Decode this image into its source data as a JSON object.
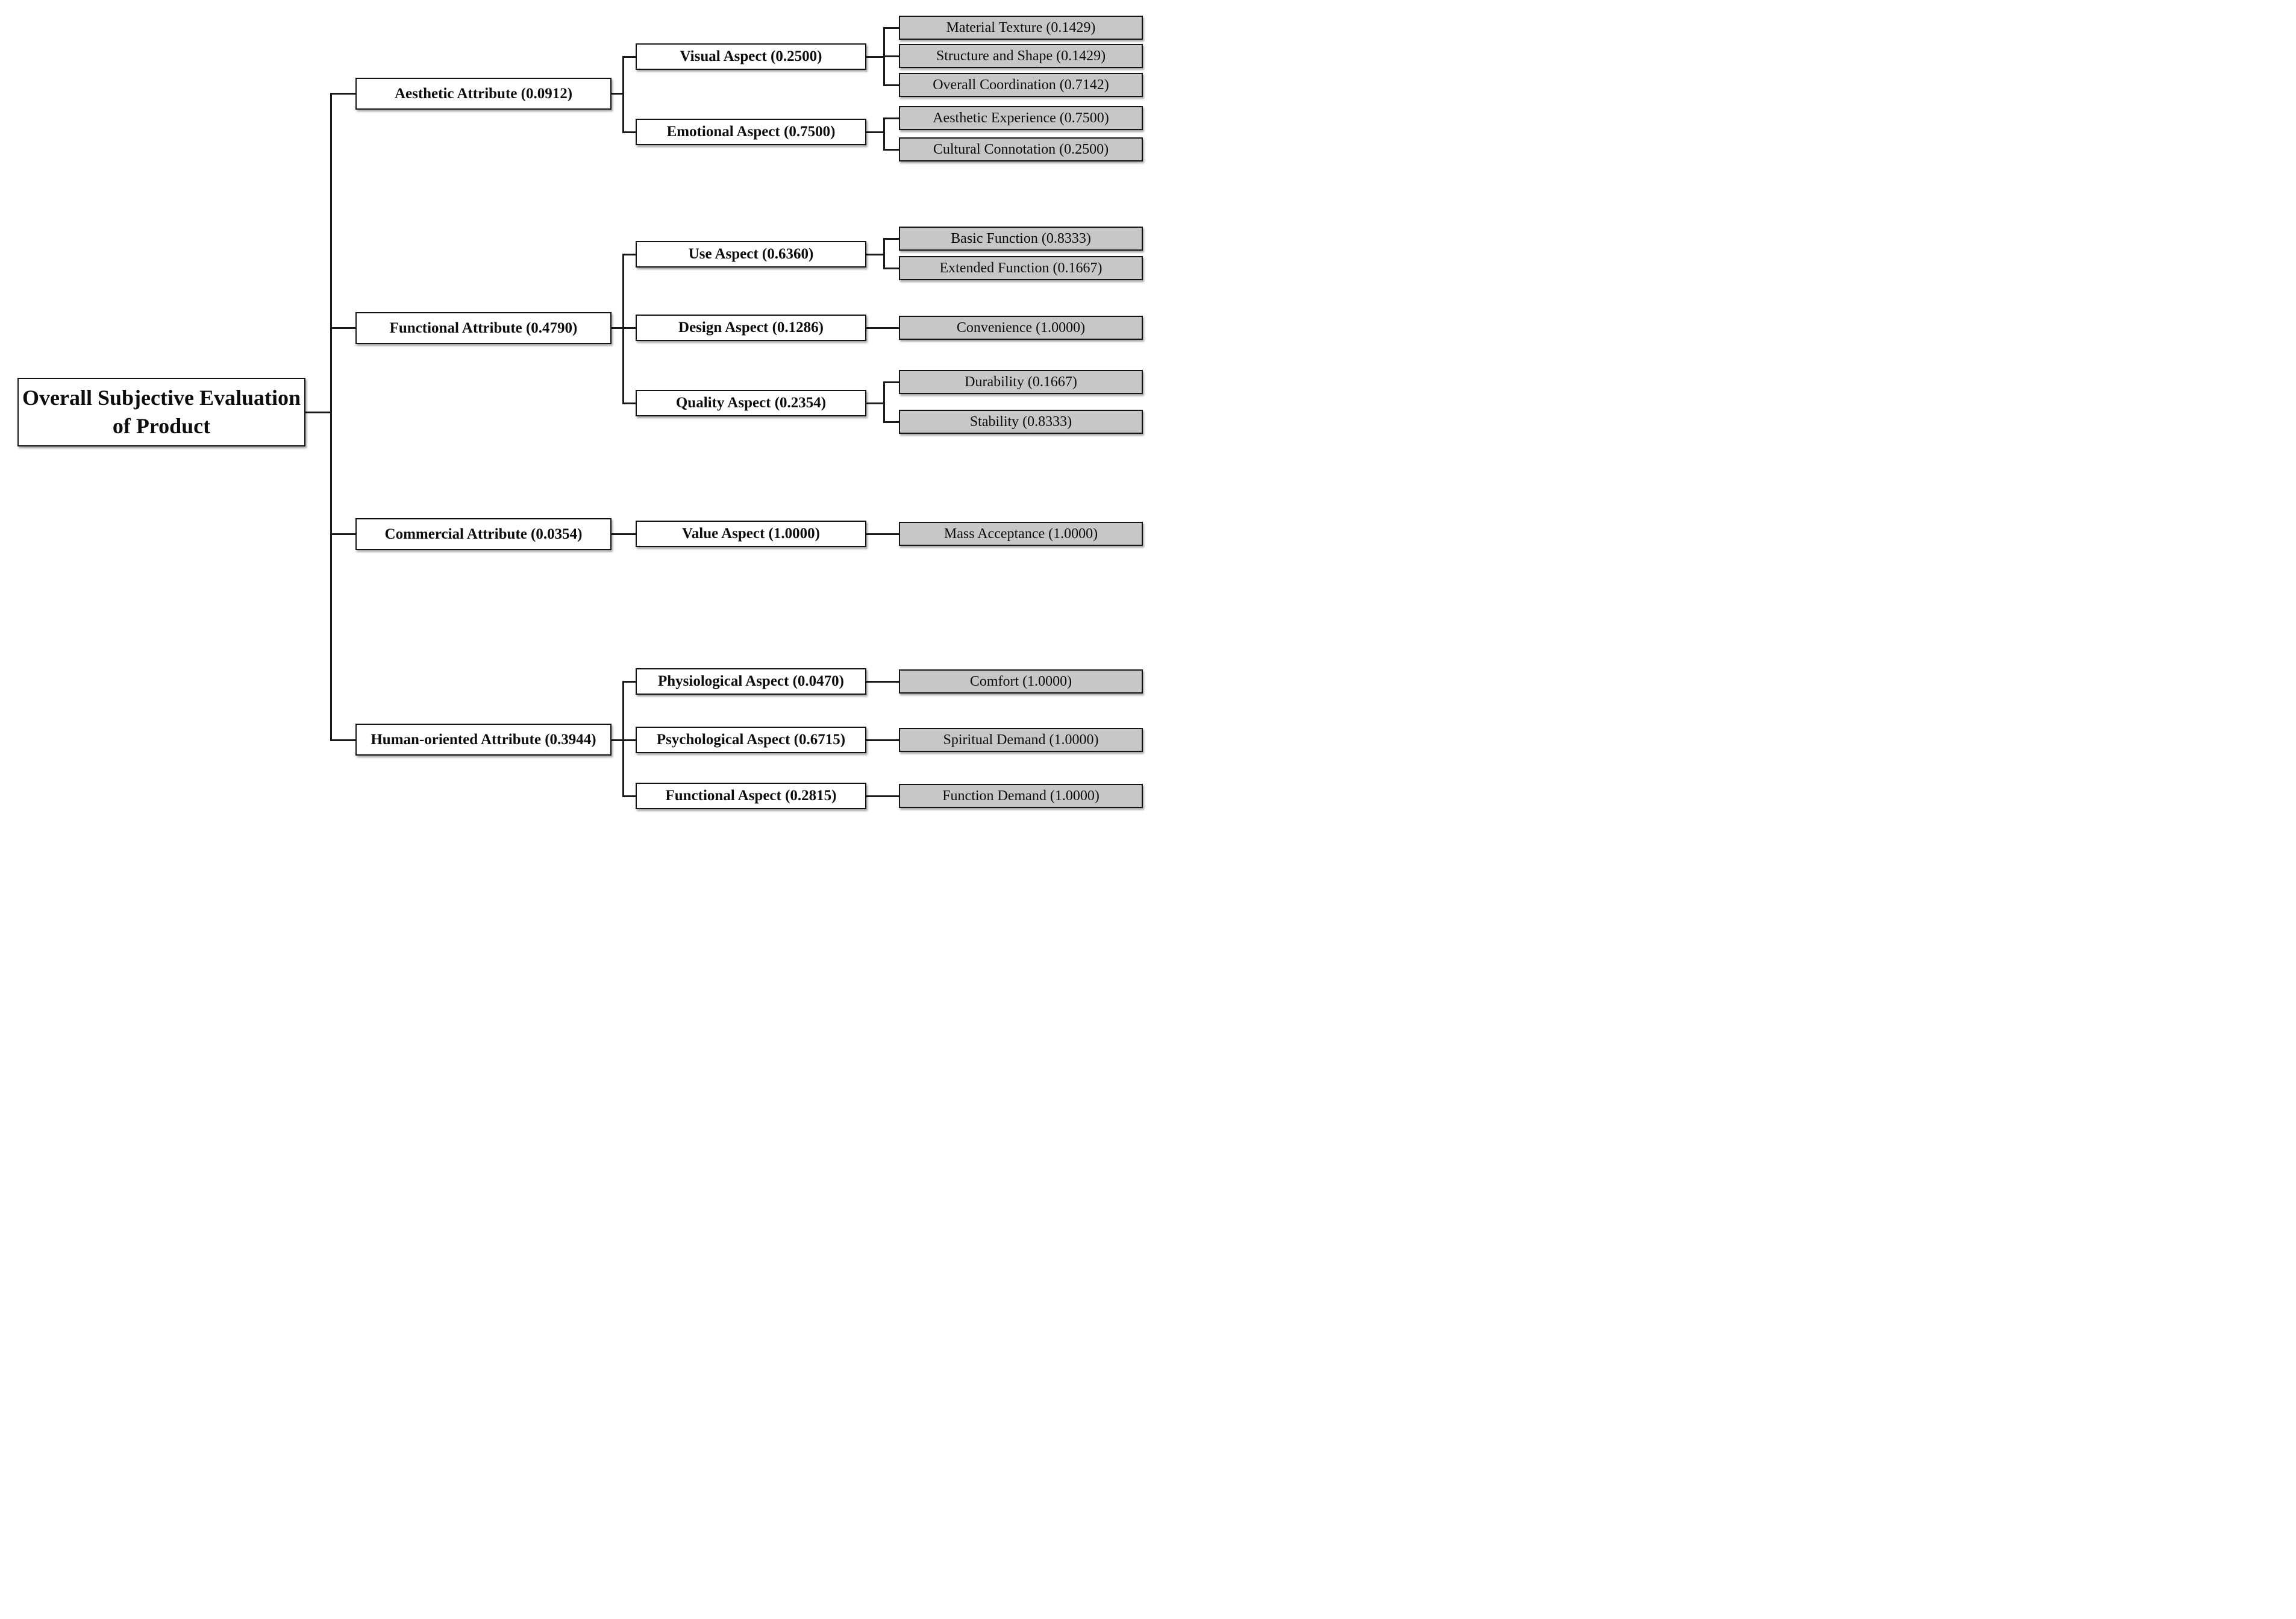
{
  "diagram": {
    "type": "hierarchy-tree",
    "colors": {
      "background": "#ffffff",
      "node_fill": "#ffffff",
      "leaf_fill": "#c7c7c7",
      "border": "#141414",
      "connector": "#1a1a1a",
      "text": "#0d0d0d"
    },
    "root": {
      "label": "Overall Subjective Evaluation of Product"
    },
    "attributes": [
      {
        "label": "Aesthetic Attribute (0.0912)",
        "weight": 0.0912,
        "aspects": [
          {
            "label": "Visual Aspect (0.2500)",
            "weight": 0.25,
            "criteria": [
              {
                "label": "Material Texture (0.1429)",
                "weight": 0.1429
              },
              {
                "label": "Structure and Shape (0.1429)",
                "weight": 0.1429
              },
              {
                "label": "Overall Coordination (0.7142)",
                "weight": 0.7142
              }
            ]
          },
          {
            "label": "Emotional Aspect (0.7500)",
            "weight": 0.75,
            "criteria": [
              {
                "label": "Aesthetic Experience (0.7500)",
                "weight": 0.75
              },
              {
                "label": "Cultural Connotation (0.2500)",
                "weight": 0.25
              }
            ]
          }
        ]
      },
      {
        "label": "Functional Attribute (0.4790)",
        "weight": 0.479,
        "aspects": [
          {
            "label": "Use Aspect (0.6360)",
            "weight": 0.636,
            "criteria": [
              {
                "label": "Basic Function (0.8333)",
                "weight": 0.8333
              },
              {
                "label": "Extended Function (0.1667)",
                "weight": 0.1667
              }
            ]
          },
          {
            "label": "Design Aspect (0.1286)",
            "weight": 0.1286,
            "criteria": [
              {
                "label": "Convenience (1.0000)",
                "weight": 1.0
              }
            ]
          },
          {
            "label": "Quality Aspect (0.2354)",
            "weight": 0.2354,
            "criteria": [
              {
                "label": "Durability (0.1667)",
                "weight": 0.1667
              },
              {
                "label": "Stability (0.8333)",
                "weight": 0.8333
              }
            ]
          }
        ]
      },
      {
        "label": "Commercial Attribute (0.0354)",
        "weight": 0.0354,
        "aspects": [
          {
            "label": "Value Aspect (1.0000)",
            "weight": 1.0,
            "criteria": [
              {
                "label": "Mass Acceptance (1.0000)",
                "weight": 1.0
              }
            ]
          }
        ]
      },
      {
        "label": "Human-oriented Attribute (0.3944)",
        "weight": 0.3944,
        "aspects": [
          {
            "label": "Physiological Aspect (0.0470)",
            "weight": 0.047,
            "criteria": [
              {
                "label": "Comfort (1.0000)",
                "weight": 1.0
              }
            ]
          },
          {
            "label": "Psychological Aspect (0.6715)",
            "weight": 0.6715,
            "criteria": [
              {
                "label": "Spiritual Demand (1.0000)",
                "weight": 1.0
              }
            ]
          },
          {
            "label": "Functional Aspect (0.2815)",
            "weight": 0.2815,
            "criteria": [
              {
                "label": "Function Demand (1.0000)",
                "weight": 1.0
              }
            ]
          }
        ]
      }
    ]
  }
}
